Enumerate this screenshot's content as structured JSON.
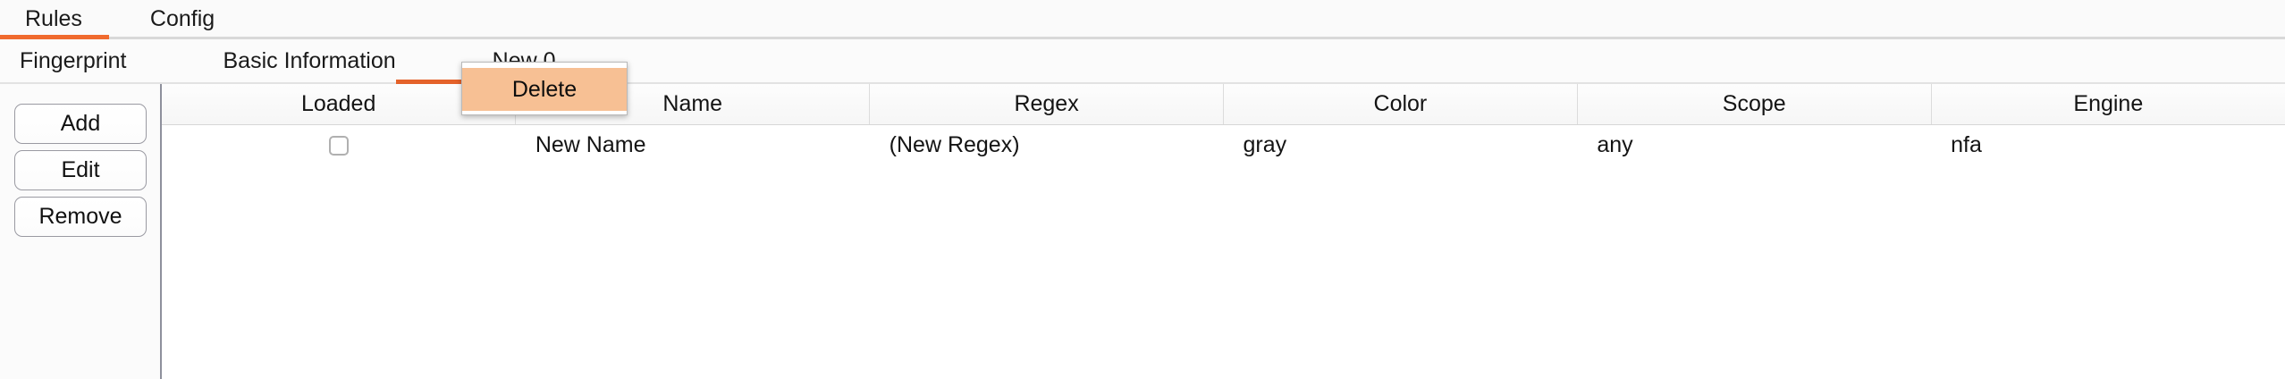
{
  "primary_tabs": {
    "items": [
      {
        "label": "Rules",
        "active": true
      },
      {
        "label": "Config",
        "active": false
      }
    ],
    "accent_color": "#f06a2e"
  },
  "secondary_tabs": {
    "items": [
      {
        "label": "Fingerprint",
        "active": false
      },
      {
        "label": "Basic Information",
        "active": false
      },
      {
        "label": "New 0",
        "active": true
      }
    ],
    "accent_color": "#e4622a"
  },
  "side_buttons": [
    {
      "label": "Add"
    },
    {
      "label": "Edit"
    },
    {
      "label": "Remove"
    }
  ],
  "table": {
    "columns": [
      "Loaded",
      "Name",
      "Regex",
      "Color",
      "Scope",
      "Engine"
    ],
    "rows": [
      {
        "loaded": false,
        "name": "New Name",
        "regex": "(New Regex)",
        "color": "gray",
        "scope": "any",
        "engine": "nfa"
      }
    ]
  },
  "context_menu": {
    "items": [
      {
        "label": "Delete",
        "highlighted": true
      }
    ],
    "highlight_color": "#f7c094"
  }
}
